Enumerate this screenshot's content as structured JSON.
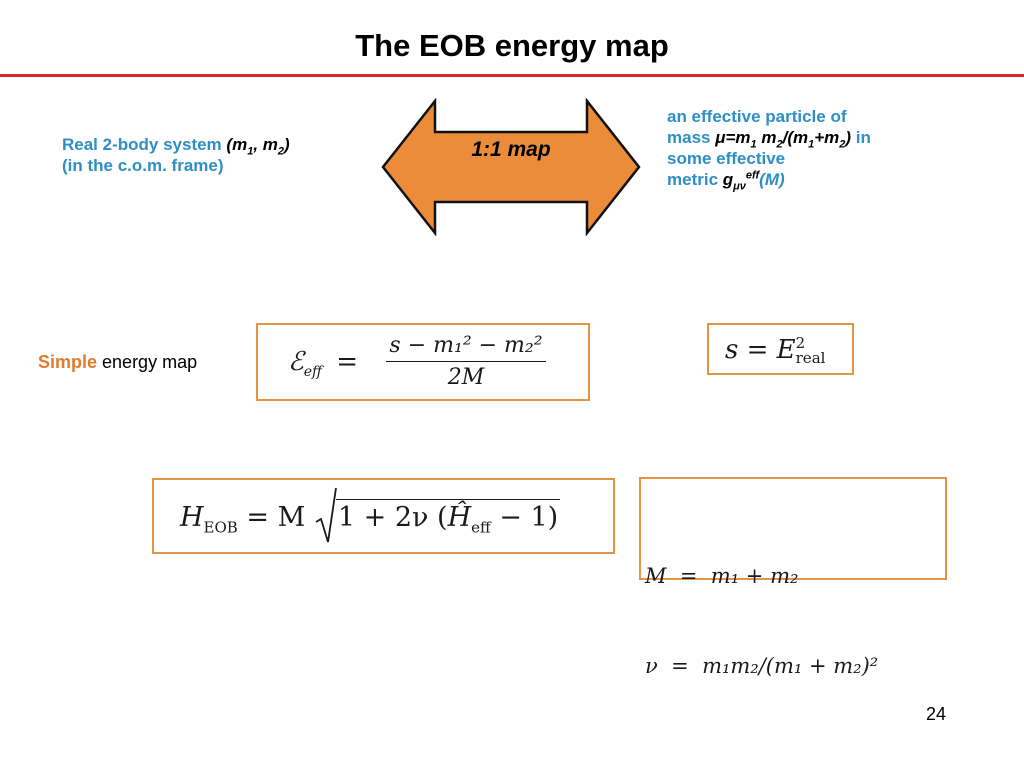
{
  "slide": {
    "title": "The EOB energy map",
    "page_number": "24",
    "accent_color": "#d9262b",
    "text_blue": "#2e8fc6",
    "box_orange": "#e39447",
    "arrow_fill": "#ea8c3a"
  },
  "left": {
    "line1_prefix": "Real 2-body system ",
    "line1_formula_open": "(m",
    "sub1": "1",
    "comma": ", m",
    "sub2": "2",
    "close": ")",
    "line2": "(in the c.o.m. frame)"
  },
  "arrow": {
    "label": "1:1 map",
    "icon": "double-arrow-icon"
  },
  "right": {
    "line1": "an effective particle of",
    "mass_prefix": "mass ",
    "mu_eq": "μ=m",
    "s1": "1",
    "m2": " m",
    "s2": "2",
    "slash": "/(m",
    "s3": "1",
    "plus": "+m",
    "s4": "2",
    "close": ")",
    "in": " in",
    "line3": "some effective",
    "metric_prefix": "metric ",
    "g": "g",
    "g_sub": "μν",
    "g_sup": "eff",
    "g_arg": "(M)"
  },
  "simple_map": {
    "label_highlight": "Simple",
    "label_rest": " energy map",
    "eq_lhs": "ℰ",
    "eq_lhs_sub": "eff",
    "equals": "=",
    "numerator": "s − m₁² − m₂²",
    "denominator": "2M",
    "s_eq": "s = E",
    "s_sup": "2",
    "s_sub": "real"
  },
  "heob": {
    "H": "H",
    "H_sub": "EOB",
    "rhs_prefix": "= M",
    "radicand_start": "1 + 2ν (",
    "hat_H": "Ĥ",
    "hat_sub": "eff",
    "radicand_end": " − 1)"
  },
  "definitions": {
    "line1": "M  =  m₁ + m₂",
    "line2": "ν  =  m₁m₂/(m₁ + m₂)²"
  }
}
